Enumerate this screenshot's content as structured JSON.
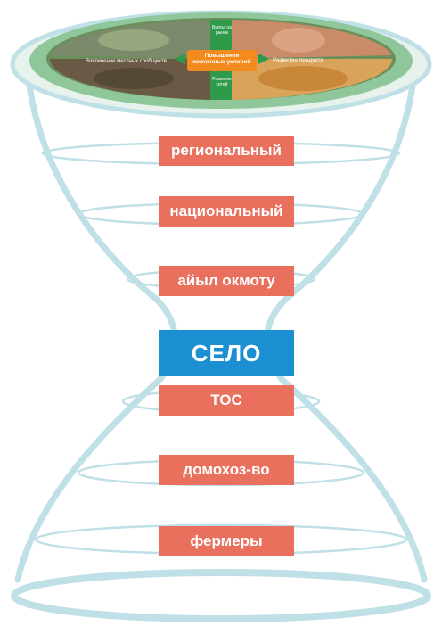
{
  "levels_top": [
    {
      "id": "regional",
      "label": "региональный"
    },
    {
      "id": "national",
      "label": "национальный"
    },
    {
      "id": "aiyl",
      "label": "айыл окмоту"
    }
  ],
  "center": {
    "label": "СЕЛО"
  },
  "levels_bottom": [
    {
      "id": "tos",
      "label": "ТОС"
    },
    {
      "id": "household",
      "label": "домохоз-во"
    },
    {
      "id": "farmers",
      "label": "фермеры"
    }
  ],
  "emblem": {
    "center_label": "Повышение жизненных условий",
    "quadrant_labels": [
      "Развитие продукта",
      "Вовлечение местных сообществ",
      "Развитие сетей",
      "Выход на рынок"
    ]
  },
  "colors": {
    "outline": "#bfe0e6",
    "level_box": "#e8705d",
    "center_box": "#1b8fd2",
    "emblem_ring": "#8fc79b"
  }
}
